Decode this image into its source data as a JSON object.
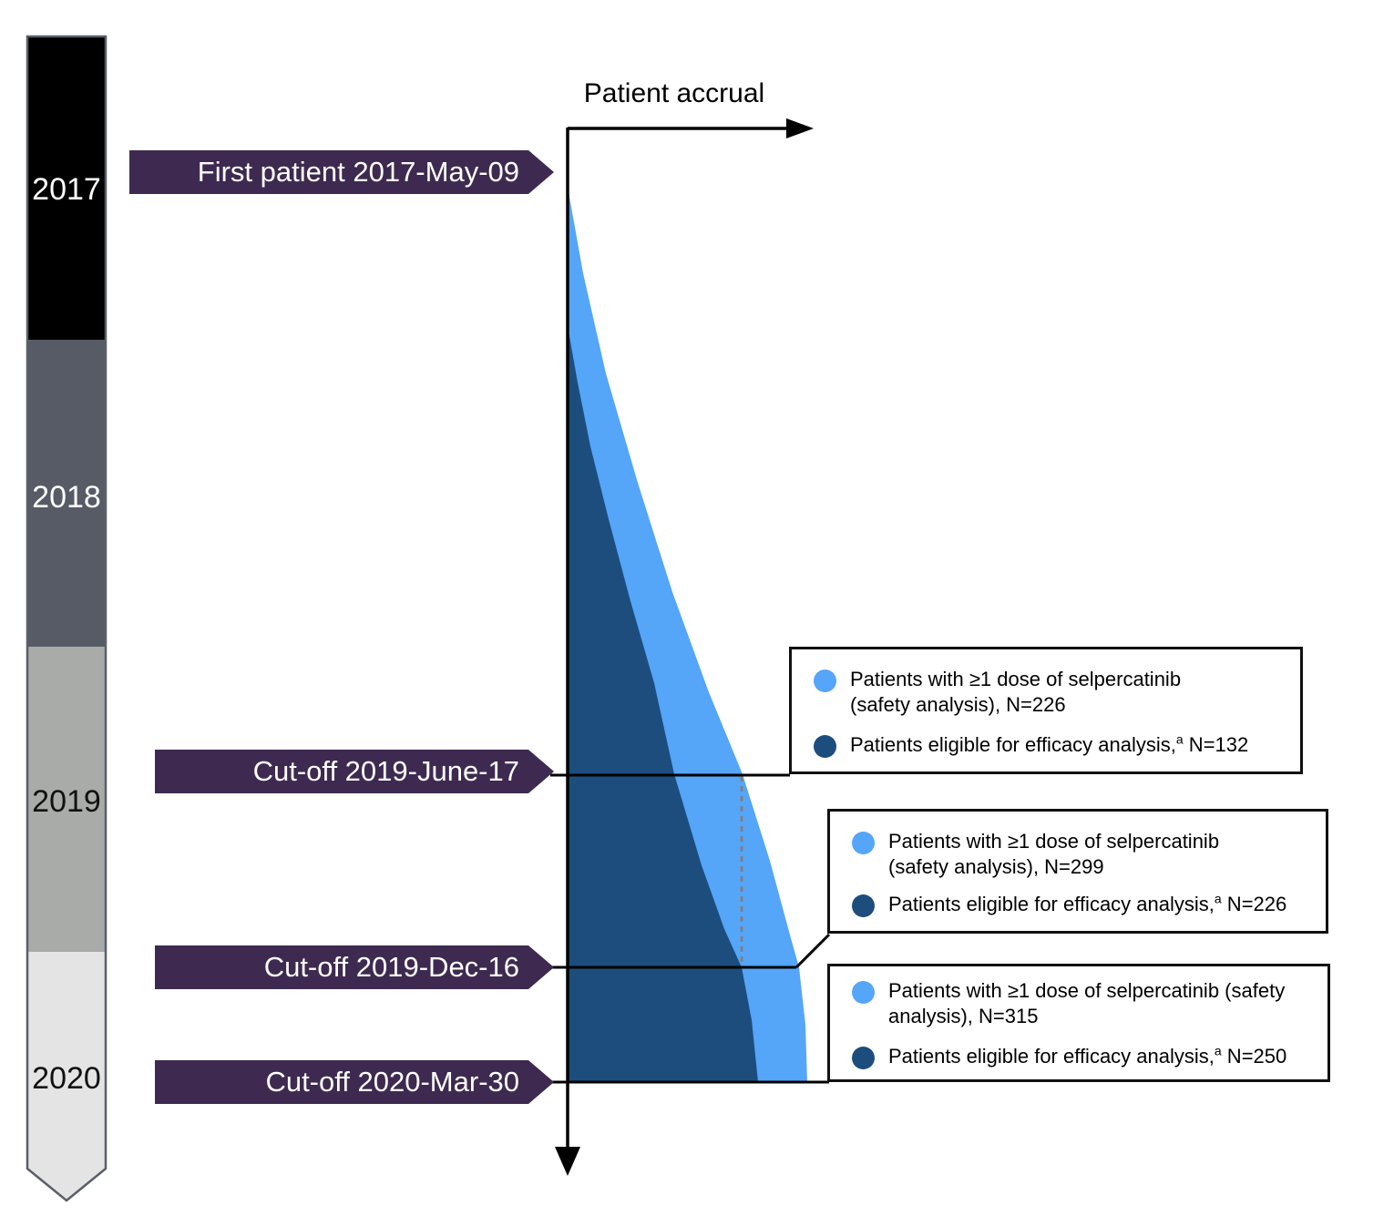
{
  "figure": {
    "title": "Patient accrual"
  },
  "banner_color": "#3e2a50",
  "timeline": {
    "outline_color": "#5a5f68",
    "years": [
      {
        "label": "2017",
        "bg": "#000000",
        "fg": "#ffffff"
      },
      {
        "label": "2018",
        "bg": "#565b65",
        "fg": "#ffffff"
      },
      {
        "label": "2019",
        "bg": "#a8aba8",
        "fg": "#111111"
      },
      {
        "label": "2020",
        "bg": "#e3e4e3",
        "fg": "#111111"
      }
    ]
  },
  "milestones": [
    {
      "label": "First patient 2017-May-09"
    },
    {
      "label": "Cut-off 2019-June-17"
    },
    {
      "label": "Cut-off 2019-Dec-16"
    },
    {
      "label": "Cut-off 2020-Mar-30"
    }
  ],
  "legend_boxes": [
    {
      "items": [
        {
          "dot_color": "#55a5f8",
          "line1": "Patients with ≥1 dose of selpercatinib",
          "line2": "(safety analysis), N=226"
        },
        {
          "dot_color": "#1c4d7d",
          "line1": "Patients eligible for efficacy analysis,",
          "sup": "a",
          "tail": " N=132"
        }
      ]
    },
    {
      "items": [
        {
          "dot_color": "#55a5f8",
          "line1": "Patients with ≥1 dose of selpercatinib",
          "line2": "(safety analysis), N=299"
        },
        {
          "dot_color": "#1c4d7d",
          "line1": "Patients eligible for efficacy analysis,",
          "sup": "a",
          "tail": " N=226"
        }
      ]
    },
    {
      "items": [
        {
          "dot_color": "#55a5f8",
          "line1": "Patients with ≥1 dose of selpercatinib (safety",
          "line2": "analysis), N=315"
        },
        {
          "dot_color": "#1c4d7d",
          "line1": "Patients eligible for efficacy analysis,",
          "sup": "a",
          "tail": " N=250"
        }
      ]
    }
  ],
  "chart_data": {
    "type": "area",
    "title": "Patient accrual",
    "orientation": "time runs vertically downward; cumulative accrual extends horizontally right",
    "events": [
      {
        "label": "First patient",
        "date": "2017-May-09"
      },
      {
        "label": "Cut-off",
        "date": "2019-June-17",
        "safety_n": 226,
        "efficacy_n": 132
      },
      {
        "label": "Cut-off",
        "date": "2019-Dec-16",
        "safety_n": 299,
        "efficacy_n": 226
      },
      {
        "label": "Cut-off",
        "date": "2020-Mar-30",
        "safety_n": 315,
        "efficacy_n": 250
      }
    ],
    "series": [
      {
        "name": "Patients with ≥1 dose of selpercatinib (safety analysis)",
        "color": "#55a5f8",
        "values_at_cutoffs": [
          226,
          299,
          315
        ]
      },
      {
        "name": "Patients eligible for efficacy analysis",
        "color": "#1c4d7d",
        "values_at_cutoffs": [
          132,
          226,
          250
        ]
      }
    ]
  },
  "geometry": {
    "axis_x": 623,
    "base_y": 1188,
    "safety_points": [
      [
        623,
        205
      ],
      [
        640,
        300
      ],
      [
        665,
        410
      ],
      [
        700,
        530
      ],
      [
        738,
        650
      ],
      [
        778,
        760
      ],
      [
        815,
        850
      ],
      [
        845,
        945
      ],
      [
        868,
        1030
      ],
      [
        877,
        1062
      ],
      [
        884,
        1125
      ],
      [
        886,
        1188
      ]
    ],
    "efficacy_points": [
      [
        623,
        358
      ],
      [
        634,
        420
      ],
      [
        648,
        490
      ],
      [
        668,
        570
      ],
      [
        692,
        660
      ],
      [
        718,
        750
      ],
      [
        740,
        850
      ],
      [
        770,
        950
      ],
      [
        795,
        1020
      ],
      [
        814,
        1062
      ],
      [
        825,
        1120
      ],
      [
        832,
        1188
      ]
    ],
    "dashed_line": {
      "x": 814,
      "y1": 852,
      "y2": 1060,
      "color": "#8a7b6d"
    }
  }
}
